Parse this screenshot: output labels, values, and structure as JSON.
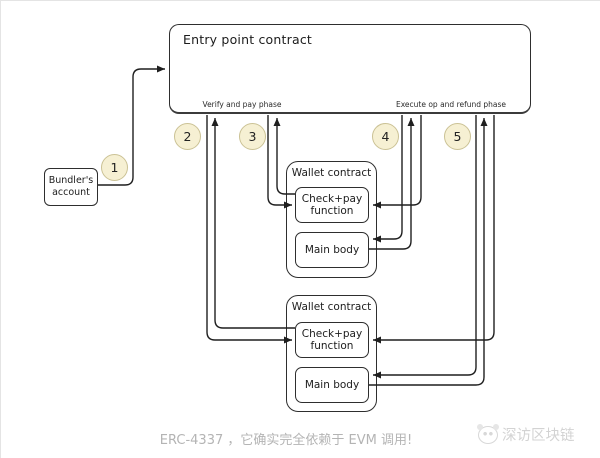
{
  "diagram": {
    "entry_point": {
      "label": "Entry point contract"
    },
    "phases": {
      "verify": "Verify and pay phase",
      "execute": "Execute op and refund phase"
    },
    "bundler": {
      "label": "Bundler's account"
    },
    "wallets": [
      {
        "title": "Wallet contract",
        "check_pay": "Check+pay function",
        "main_body": "Main body"
      },
      {
        "title": "Wallet contract",
        "check_pay": "Check+pay function",
        "main_body": "Main body"
      }
    ],
    "steps": [
      "1",
      "2",
      "3",
      "4",
      "5"
    ],
    "connections": [
      "Bundler's account -> Entry point contract (step 1)",
      "Entry point (verify and pay phase) -> lower Wallet contract Check+pay function, and return (step 2)",
      "Entry point (verify and pay phase) -> upper Wallet contract Check+pay function, and return (step 3)",
      "Entry point (execute op and refund phase) -> upper Wallet contract Check+pay function and Main body, and return (step 4)",
      "Entry point (execute op and refund phase) -> lower Wallet contract Check+pay function and Main body, and return (step 5)"
    ],
    "colors": {
      "step_circle_fill": "#f6f0d3",
      "step_circle_border": "#cbc295",
      "line": "#1f1f1f",
      "box_border": "#2e2e2e"
    }
  },
  "caption": {
    "text": "ERC-4337 ，它确实完全依赖于 EVM 调用!"
  },
  "watermark": {
    "icon": "panda-logo",
    "text": "深访区块链"
  }
}
